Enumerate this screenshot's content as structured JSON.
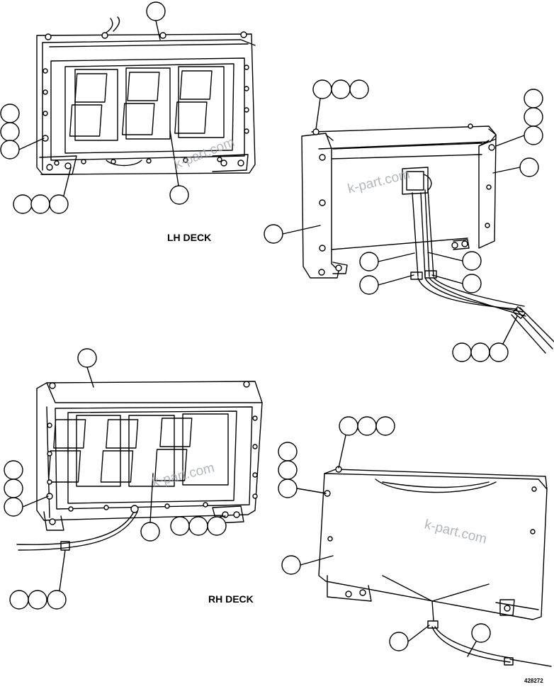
{
  "labels": {
    "lh_deck": "LH DECK",
    "rh_deck": "RH DECK",
    "figure_code": "428272"
  },
  "watermark": "k-part.com",
  "colors": {
    "line": "#000000",
    "background": "#ffffff",
    "watermark": "#9aa0a6"
  }
}
